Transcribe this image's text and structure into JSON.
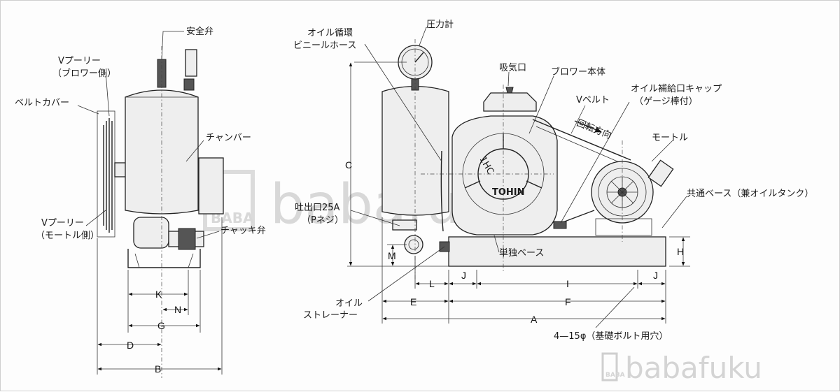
{
  "labels": {
    "safety_valve": "安全弁",
    "v_pulley_blower_1": "Vプーリー",
    "v_pulley_blower_2": "（ブロワー側）",
    "belt_cover": "ベルトカバー",
    "chamber": "チャンバー",
    "v_pulley_motor_1": "Vプーリー",
    "v_pulley_motor_2": "（モートル側）",
    "check_valve": "チャッキ弁",
    "oil_hose_1": "オイル循環",
    "oil_hose_2": "ビニールホース",
    "pressure_gauge": "圧力計",
    "intake": "吸気口",
    "blower_body": "ブロワー本体",
    "v_belt": "Vベルト",
    "oil_cap_1": "オイル補給口キャップ",
    "oil_cap_2": "（ゲージ棒付）",
    "rotation": "回転方向",
    "motor": "モートル",
    "common_base": "共通ベース（兼オイルタンク）",
    "outlet_1": "吐出口25A",
    "outlet_2": "（Pネジ）",
    "single_base": "単独ベース",
    "oil_strainer_1": "オイル",
    "oil_strainer_2": "ストレーナー",
    "bolt_holes": "4—15φ（基礎ボルト用穴）",
    "blower_plate_1": "1HC",
    "blower_plate_2": "TOHIN"
  },
  "dimensions": {
    "A": "A",
    "B": "B",
    "C": "C",
    "D": "D",
    "E": "E",
    "F": "F",
    "G": "G",
    "H": "H",
    "I": "I",
    "J1": "J",
    "J2": "J",
    "K": "K",
    "L": "L",
    "M": "M",
    "N": "N"
  },
  "watermark": {
    "logo_text": "BABA",
    "brand_text": "babafuku"
  },
  "colors": {
    "line": "#222222",
    "fill": "#eeeeee",
    "watermark": "#d4d4d4"
  }
}
